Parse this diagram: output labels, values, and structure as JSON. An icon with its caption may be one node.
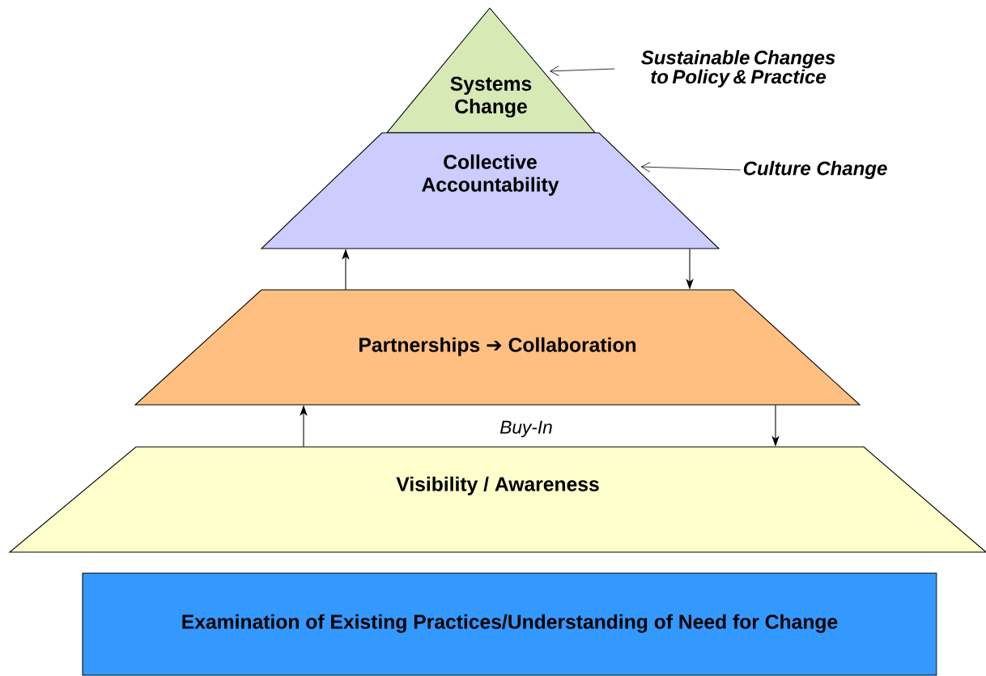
{
  "diagram": {
    "nodes": [
      {
        "text": [
          "Systems Change"
        ]
      },
      {
        "text": [
          "Collective Accountability"
        ]
      },
      {
        "text": [
          "Partnerships ➔ Collaboration"
        ]
      },
      {
        "text": [
          "Visibility / Awareness"
        ]
      },
      {
        "text": [
          "Examination of Existing Practices/Understanding of Need for Change"
        ]
      },
      {
        "text": [
          "Sustainable Changes to Policy & Practice"
        ]
      },
      {
        "text": [
          "Culture Change"
        ]
      }
    ],
    "edges": [
      {
        "from": 2,
        "to": 1,
        "arrow": "to"
      },
      {
        "from": 1,
        "to": 2,
        "arrow": "to"
      },
      {
        "from": 3,
        "to": 2,
        "arrow": "to"
      },
      {
        "from": 2,
        "to": 3,
        "arrow": "to"
      },
      {
        "from": 5,
        "to": 0,
        "arrow": "to"
      },
      {
        "from": 6,
        "to": 1,
        "arrow": "to"
      }
    ],
    "labels": [
      "Buy-In"
    ]
  }
}
